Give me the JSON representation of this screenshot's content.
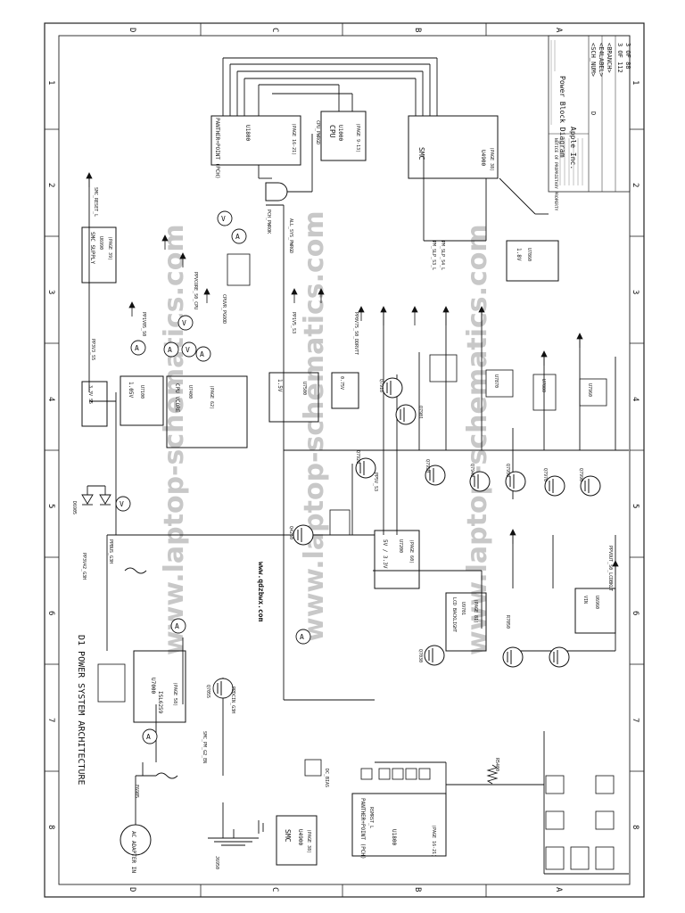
{
  "sheet": {
    "title": "D1 POWER SYSTEM ARCHITECTURE",
    "website": "www.qdzbwx.com",
    "watermark": "www.laptop-schematics.com",
    "grid_letters": [
      "D",
      "C",
      "B",
      "A"
    ],
    "grid_numbers": [
      "1",
      "2",
      "3",
      "4",
      "5",
      "6",
      "7",
      "8"
    ]
  },
  "title_block": {
    "page_title": "Power Block Diagram",
    "company": "Apple Inc.",
    "sch_num": "<SCH_NUM>",
    "e4label": "<E4LABEL>",
    "branch": "<BRANCH>",
    "page_of": "3 OF 112",
    "sheet_of": "3 OF 88",
    "rev": "D",
    "notice": "NOTICE OF PROPRIETARY PROPERTY"
  },
  "blocks": {
    "ac_adapter": "AC ADAPTER IN",
    "fuse": "F6905",
    "charger": "ISL6259",
    "charger_ref": "U7000",
    "charger_page": "(PAGE 58)",
    "smc_left": "SMC",
    "smc_left_ref": "U4900",
    "smc_left_page": "(PAGE 38)",
    "pch_left": "PANTHER+POINT (PCH)",
    "pch_left_ref": "U1800",
    "pch_left_page": "(PAGE 16-21)",
    "pch_top": "PANTHER+POINT (PCH)",
    "pch_top_ref": "U1800",
    "pch_top_page": "(PAGE 16-21)",
    "cpu": "CPU",
    "cpu_ref": "U1000",
    "cpu_page": "(PAGE 9-13)",
    "smc_right": "SMC",
    "smc_right_ref": "U4900",
    "smc_right_page": "(PAGE 38)",
    "vreg_1_05v": "1.05V",
    "vreg_1_05v_ref": "U7100",
    "cpu_vcore": "CPU VCORE",
    "cpu_vcore_ref": "U7400",
    "cpu_vcore_page": "(PAGE 62)",
    "vreg_1_5v": "1.5V",
    "vreg_1_5v_ref": "U7500",
    "vreg_5v_3_3v": "5V / 3.3V",
    "vreg_5v_3_3v_ref": "U7200",
    "vreg_5v_3_3v_page": "(PAGE 60)",
    "ssd_supply": "1.8V",
    "ssd_supply_ref": "U7860",
    "smc_supply": "SMC SUPPLY",
    "smc_supply_ref": "U6990",
    "smc_supply_page": "(PAGE 39)",
    "vreg_3_3v_s5": "3.3V S5",
    "vreg_3_3v_s5_ref": "U7800",
    "lcd_backlight": "LCD BACKLIGHT",
    "lcd_backlight_ref": "U9701",
    "lcd_backlight_page": "(PAGE 81)",
    "vreg_0_75v": "0.75V",
    "vreg_0_75v_ref": "U7600",
    "ldo_right": "VIN",
    "ldo_right_ref": "U6960",
    "fet_block": "U7960",
    "u7870": "U7870",
    "u7880": "U7880"
  },
  "rails": {
    "ppbus_g3h": "PPBUS_G3H",
    "ppdcin": "PPDCIN_G3H",
    "ppvcore": "PPVCORE_S0_CPU",
    "pp1v05": "PP1V05_S0",
    "pp3v3_s5": "PP3V3_S5",
    "pp5v_s3": "PP5V_S3",
    "pp1v5_s3": "PP1V5_S3",
    "pp0v75": "PP0V75_S0_DDRVTT",
    "ppvout_lcd": "PPVOUT_S0_LCDBKLT",
    "pp3v42": "PP3V42_G3H",
    "smc_reset": "SMC_RESET_L",
    "smc_pm_g2_en": "SMC_PM_G2_EN",
    "pm_slp_s3": "PM_SLP_S3_L",
    "pm_slp_s4": "PM_SLP_S4_L",
    "cpu_pwrgd": "CPU_PWRGD",
    "vr_pwrgd": "CPUVR_PGOOD",
    "all_sys_pwrgd": "ALL_SYS_PWRGD",
    "pch_pwrok": "PCH_PWROK",
    "rsmrst": "RSMRST_L",
    "dc_bias": "DC_BIAS"
  },
  "refs": {
    "d6905": "D6905",
    "q7055": "Q7055",
    "q7030": "Q7030",
    "r5400": "R5400",
    "r7050": "R7050",
    "q4260": "Q4260",
    "q7901": "Q7901",
    "q7910": "Q7910",
    "q7920": "Q7920",
    "q7930": "Q7930",
    "q7940": "Q7940",
    "q7950": "Q7950",
    "q7970": "Q7970",
    "q7990": "Q7990",
    "j6950": "J6950"
  }
}
